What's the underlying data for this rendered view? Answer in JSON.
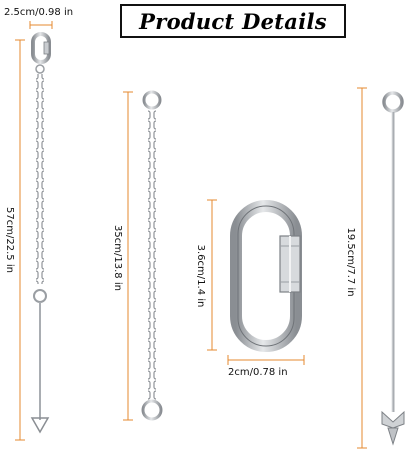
{
  "title": "Product Details",
  "dimensions": {
    "carabiner_width_top": "2.5cm/0.98 in",
    "long_chain_length": "57cm/22.5 in",
    "short_chain_length": "35cm/13.8 in",
    "link_height": "3.6cm/1.4 in",
    "link_width": "2cm/0.78 in",
    "stake_length": "19.5cm/7.7 in"
  },
  "colors": {
    "dimension_line": "#e58a2f",
    "metal": "#b9bcc0",
    "metal_dark": "#7d8186"
  }
}
